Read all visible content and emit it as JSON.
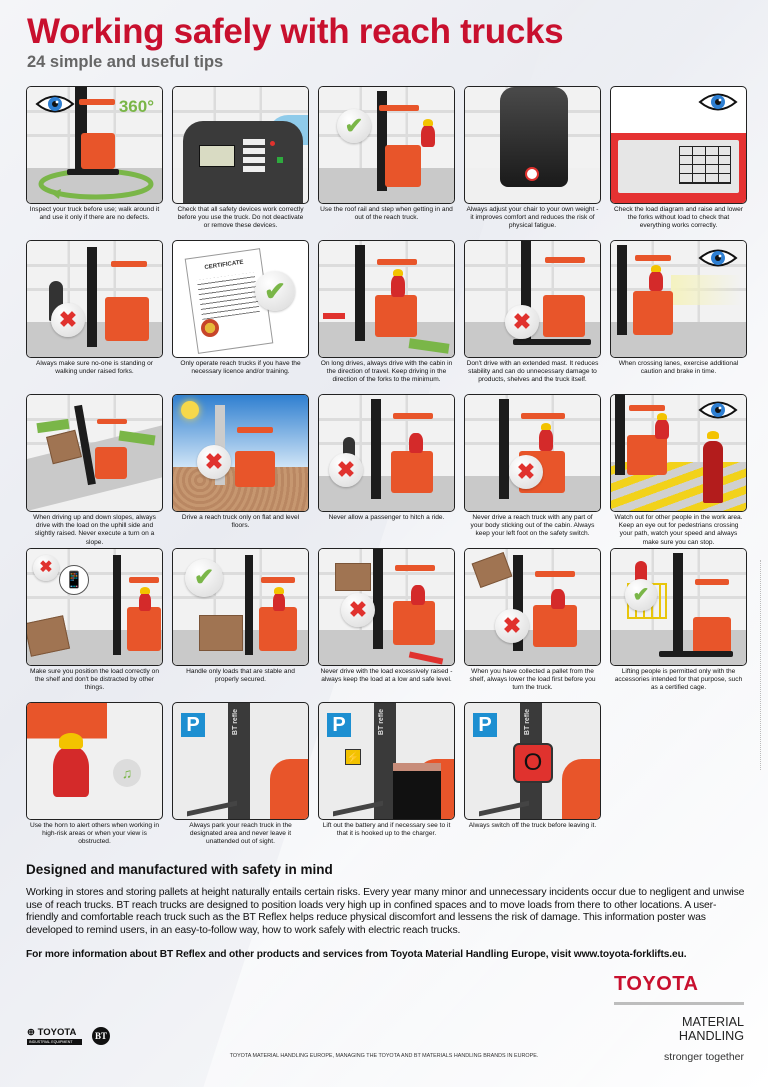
{
  "header": {
    "title": "Working safely with reach trucks",
    "subtitle": "24 simple and useful tips"
  },
  "tips": [
    {
      "caption": "Inspect your truck before use; walk around it and use it only if there are no defects.",
      "icons": [
        "eye-icon",
        "360-rotation-icon"
      ],
      "badge_text": "360°"
    },
    {
      "caption": "Check that all safety devices work correctly before you use the truck. Do not deactivate or remove these devices.",
      "icons": [
        "control-panel-icon"
      ]
    },
    {
      "caption": "Use the roof rail and step when getting in and out of the reach truck.",
      "icons": [
        "check-icon"
      ]
    },
    {
      "caption": "Always adjust your chair to your own weight - it improves comfort and reduces the risk of physical fatigue.",
      "icons": [
        "seat-icon"
      ]
    },
    {
      "caption": "Check the load diagram and raise and lower the forks without load to check that everything works correctly.",
      "icons": [
        "eye-icon",
        "load-diagram-icon"
      ]
    },
    {
      "caption": "Always make sure no-one is standing or walking under raised forks.",
      "icons": [
        "cross-icon"
      ]
    },
    {
      "caption": "Only operate reach trucks if you have the necessary licence and/or training.",
      "icons": [
        "certificate-icon",
        "check-icon"
      ],
      "badge_text": "CERTIFICATE"
    },
    {
      "caption": "On long drives, always drive with the cabin in the direction of travel. Keep driving in the direction of the forks to the minimum.",
      "icons": [
        "direction-arrow-icon"
      ]
    },
    {
      "caption": "Don't drive with an extended mast. It reduces stability and can do unnecessary damage to products, shelves and the truck itself.",
      "icons": [
        "cross-icon"
      ]
    },
    {
      "caption": "When crossing lanes, exercise additional caution and brake in time.",
      "icons": [
        "eye-icon"
      ]
    },
    {
      "caption": "When driving up and down slopes, always drive with the load on the uphill side and slightly raised. Never execute a turn on a slope.",
      "icons": [
        "slope-arrows-icon"
      ]
    },
    {
      "caption": "Drive a reach truck only on flat and level floors.",
      "icons": [
        "cross-icon"
      ]
    },
    {
      "caption": "Never allow a passenger to hitch a ride.",
      "icons": [
        "cross-icon"
      ]
    },
    {
      "caption": "Never drive a reach truck with any part of your body sticking out of the cabin. Always keep your left foot on the safety switch.",
      "icons": [
        "cross-icon"
      ]
    },
    {
      "caption": "Watch out for other people in the work area. Keep an eye out for pedestrians crossing your path, watch your speed and always make sure you can stop.",
      "icons": [
        "eye-icon",
        "pedestrian-crossing-icon"
      ]
    },
    {
      "caption": "Make sure you position the load correctly on the shelf and don't be distracted by other things.",
      "icons": [
        "cross-icon",
        "mobile-phone-icon"
      ]
    },
    {
      "caption": "Handle only loads that are stable and properly secured.",
      "icons": [
        "check-icon"
      ]
    },
    {
      "caption": "Never drive with the load excessively raised - always keep the load at a low and safe level.",
      "icons": [
        "cross-icon"
      ]
    },
    {
      "caption": "When you have collected a pallet from the shelf, always lower the load first before you turn the truck.",
      "icons": [
        "cross-icon"
      ]
    },
    {
      "caption": "Lifting people is permitted only with the accessories intended for that purpose, such as a certified cage.",
      "icons": [
        "check-icon",
        "cage-icon"
      ]
    },
    {
      "caption": "Use the horn to alert others when working in high-risk areas or when your view is obstructed.",
      "icons": [
        "horn-icon"
      ]
    },
    {
      "caption": "Always park your reach truck in the designated area and never leave it unattended out of sight.",
      "icons": [
        "parking-icon"
      ],
      "badge_text": "P",
      "mast_text": "BT refle"
    },
    {
      "caption": "Lift out the battery and if necessary see to it that it is hooked up to the charger.",
      "icons": [
        "parking-icon",
        "electricity-icon"
      ],
      "badge_text": "P",
      "mast_text": "BT refle"
    },
    {
      "caption": "Always switch off the truck before leaving it.",
      "icons": [
        "parking-icon",
        "power-off-icon"
      ],
      "badge_text": "P",
      "mast_text": "BT refle",
      "switch_text": "O"
    }
  ],
  "about": {
    "heading": "Designed and manufactured with safety in mind",
    "body": "Working in stores and storing pallets at height naturally entails certain risks. Every year many minor and unnecessary incidents occur due to negligent and unwise use of reach trucks. BT reach trucks are designed to position loads very high up in confined spaces and to move loads from there to other locations. A user-friendly and comfortable reach truck such as the BT Reflex helps reduce physical discomfort and lessens the risk of damage. This information poster was developed to remind users, in an easy-to-follow way, how to work safely with electric reach trucks.",
    "more_info": "For more information about BT Reflex and other products and services from Toyota Material Handling Europe, visit www.toyota-forklifts.eu."
  },
  "brand": {
    "name": "TOYOTA",
    "division": "MATERIAL HANDLING",
    "tagline": "stronger together"
  },
  "logos": {
    "toyota_ie_name": "TOYOTA",
    "toyota_ie_sub": "INDUSTRIAL EQUIPMENT",
    "bt": "BT"
  },
  "footer": {
    "text": "TOYOTA MATERIAL HANDLING EUROPE, MANAGING THE TOYOTA AND BT MATERIALS HANDLING BRANDS IN EUROPE."
  },
  "colors": {
    "title_red": "#c8102e",
    "truck_orange": "#e8552a",
    "ok_green": "#7ab648",
    "no_red": "#e0322e",
    "parking_blue": "#1d8fd1"
  }
}
